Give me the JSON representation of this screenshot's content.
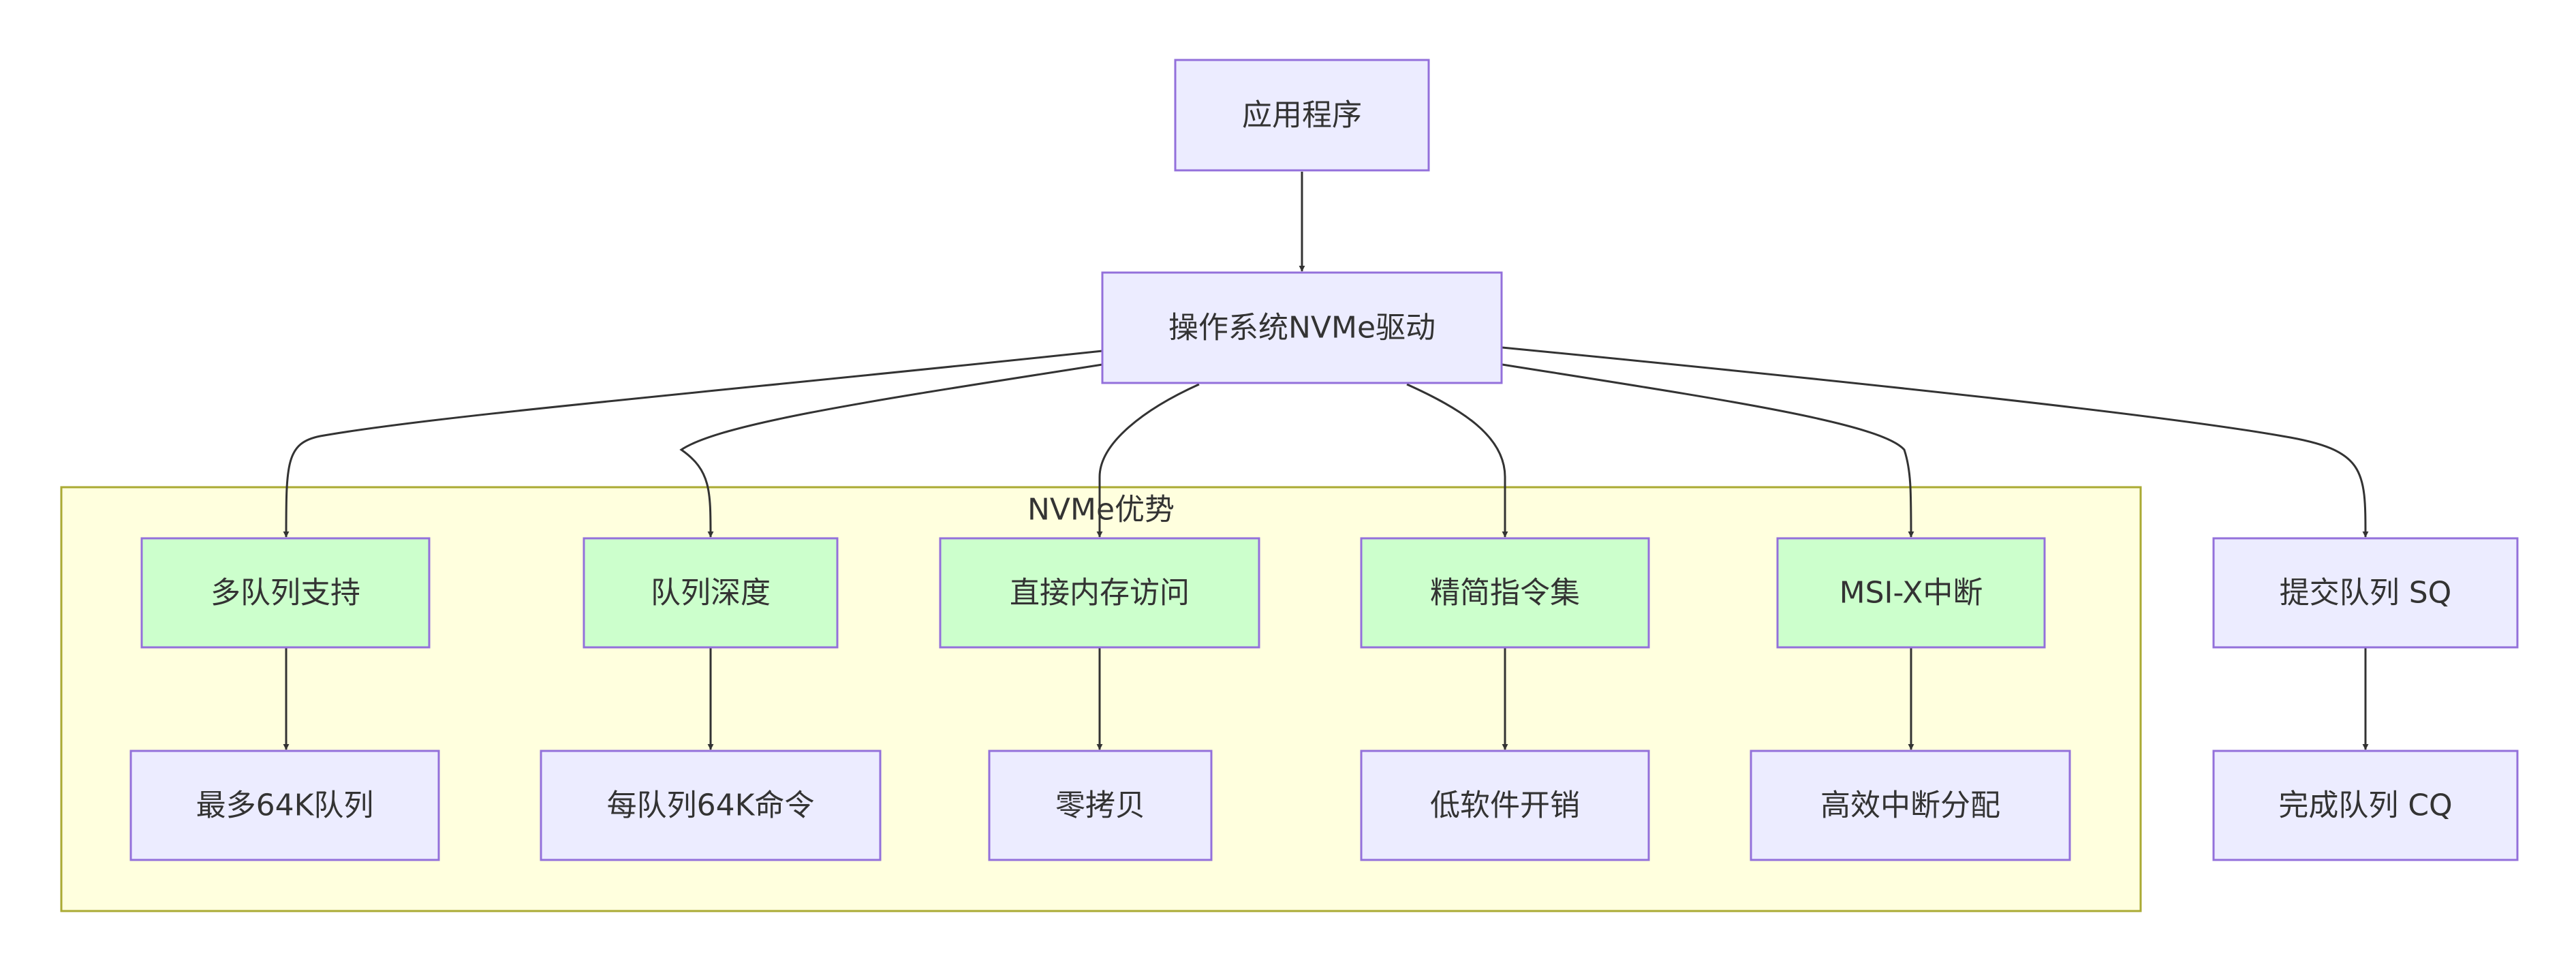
{
  "diagram": {
    "app": "应用程序",
    "driver": "操作系统NVMe驱动",
    "cluster_title": "NVMe优势",
    "features": {
      "multi_queue": "多队列支持",
      "queue_depth": "队列深度",
      "direct_memory": "直接内存访问",
      "lean_cmdset": "精简指令集",
      "msix": "MSI-X中断"
    },
    "details": {
      "max_queues": "最多64K队列",
      "cmds_per_queue": "每队列64K命令",
      "zero_copy": "零拷贝",
      "low_overhead": "低软件开销",
      "efficient_interrupt": "高效中断分配"
    },
    "submission_queue": "提交队列 SQ",
    "completion_queue": "完成队列 CQ"
  },
  "colors": {
    "node_fill": "#ECECFF",
    "node_stroke": "#9370DB",
    "feature_fill": "#CCFFCC",
    "cluster_fill": "#FFFFDE",
    "cluster_stroke": "#AAAA33",
    "edge": "#333333",
    "text": "#333333"
  }
}
